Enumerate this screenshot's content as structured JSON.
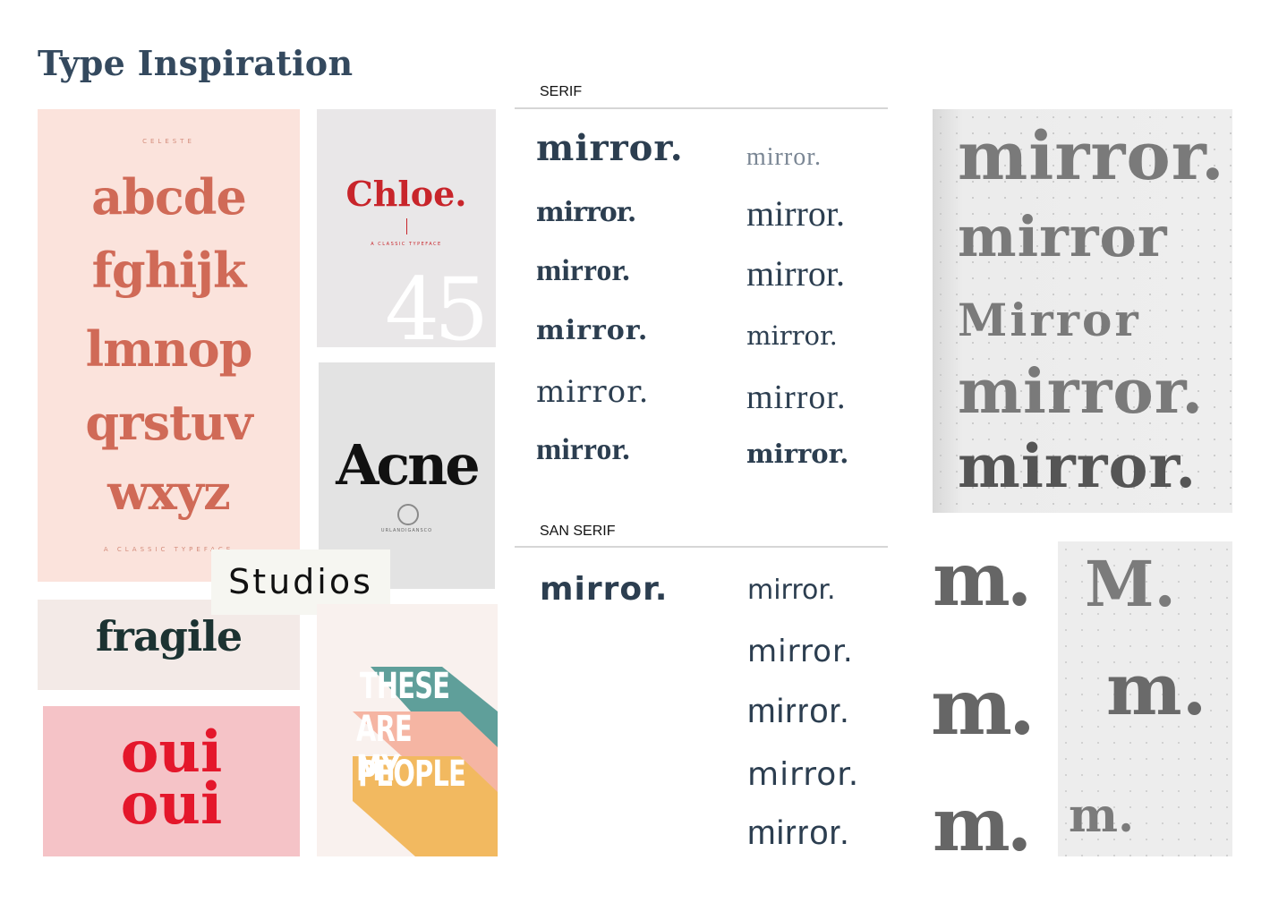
{
  "title": "Type Inspiration",
  "tiles": {
    "celeste": {
      "brand": "CELESTE",
      "rows": [
        "abcde",
        "fghijk",
        "lmnop",
        "qrstuv",
        "wxyz"
      ],
      "footer": "A CLASSIC TYPEFACE"
    },
    "chloe": {
      "name": "Chloe.",
      "sub": "A CLASSIC TYPEFACE",
      "number": "45"
    },
    "acne": {
      "name": "Acne",
      "footer": "URLANDIGANSCO"
    },
    "studios": {
      "text": "Studios"
    },
    "fragile": {
      "text": "fragile"
    },
    "oui": {
      "line1": "oui",
      "line2": "oui"
    },
    "people": {
      "lines": [
        "THESE",
        "ARE MY",
        "PEOPLE"
      ]
    }
  },
  "serif": {
    "label": "SERIF",
    "samples": [
      "mirror.",
      "mirror.",
      "mirror.",
      "mirror.",
      "mirror.",
      "mirror.",
      "mirror.",
      "mirror.",
      "mirror.",
      "mirror.",
      "mirror.",
      "mirror."
    ]
  },
  "sans": {
    "label": "SAN SERIF",
    "samples": [
      "mirror.",
      "mirror.",
      "mirror.",
      "mirror.",
      "mirror.",
      "mirror."
    ]
  },
  "sketches": {
    "top": [
      "mirror.",
      "mirror",
      "Mirror",
      "mirror.",
      "mirror."
    ],
    "m_marks": [
      "m.",
      "m.",
      "m."
    ],
    "bottom": [
      "M.",
      "m.",
      "m."
    ]
  },
  "colors": {
    "heading": "#34495e",
    "celeste": "#d06a57",
    "chloe": "#c8252b",
    "oui": "#e4172b",
    "fragile": "#1c3332",
    "people_teal": "#5f9f9a",
    "people_peach": "#f5b5a3",
    "people_yellow": "#f2b960"
  }
}
